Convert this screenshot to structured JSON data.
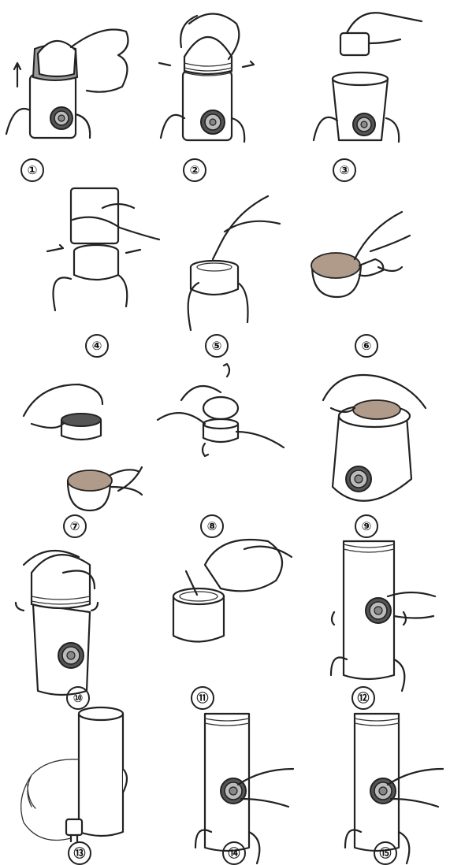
{
  "steps": [
    {
      "label": "①"
    },
    {
      "label": "②"
    },
    {
      "label": "③"
    },
    {
      "label": "④"
    },
    {
      "label": "⑤"
    },
    {
      "label": "⑥"
    },
    {
      "label": "⑦"
    },
    {
      "label": "⑧"
    },
    {
      "label": "⑨"
    },
    {
      "label": "⑩"
    },
    {
      "label": "⑪"
    },
    {
      "label": "⑫"
    },
    {
      "label": "⑬"
    },
    {
      "label": "⑭"
    },
    {
      "label": "⑮"
    }
  ]
}
